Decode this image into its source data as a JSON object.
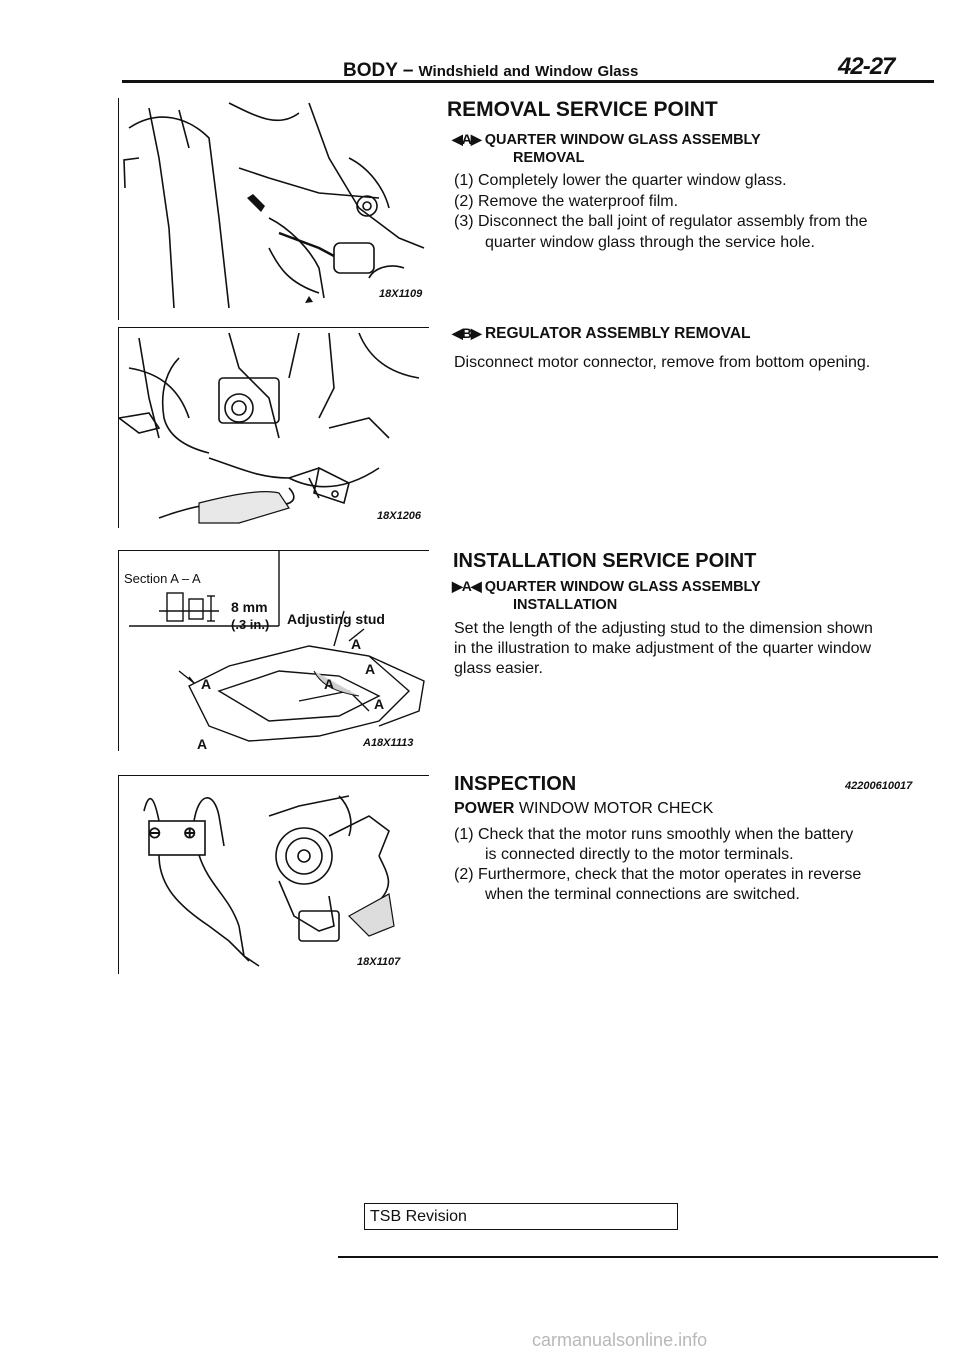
{
  "header": {
    "section": "BODY",
    "dash": "–",
    "w1": "Windshield",
    "and": "and",
    "w2": "Window",
    "glass": "Glass",
    "page": "42-27"
  },
  "removal": {
    "title": "REMOVAL SERVICE POINT",
    "a": {
      "marker": "◀A▶",
      "title_line1": "QUARTER WINDOW GLASS ASSEMBLY",
      "title_line2": "REMOVAL",
      "steps": [
        "(1) Completely lower the quarter window glass.",
        "(2) Remove the waterproof film.",
        "(3) Disconnect the ball joint of regulator assembly from the",
        "quarter window glass through the service hole."
      ]
    },
    "b": {
      "marker": "◀B▶",
      "title": "REGULATOR ASSEMBLY REMOVAL",
      "text": "Disconnect motor connector, remove from bottom opening."
    }
  },
  "installation": {
    "title": "INSTALLATION SERVICE POINT",
    "marker": "▶A◀",
    "sub_line1": "QUARTER WINDOW GLASS ASSEMBLY",
    "sub_line2": "INSTALLATION",
    "lines": [
      "Set the length of the adjusting stud to the dimension shown",
      "in the illustration to make adjustment of the quarter window",
      "glass  easier."
    ]
  },
  "inspection": {
    "title": "INSPECTION",
    "code": "42200610017",
    "sub_bold": "POWER",
    "sub_rest": "WINDOW MOTOR CHECK",
    "steps": [
      "(1) Check that the motor runs smoothly when the battery",
      "is connected directly to the motor terminals.",
      "(2) Furthermore, check that the motor operates in reverse",
      "when the terminal connections are switched."
    ]
  },
  "figures": {
    "fig1_code": "18X1109",
    "fig2_code": "18X1206",
    "fig3_section": "Section A – A",
    "fig3_dim1": "8 mm",
    "fig3_dim2": "(.3 in.)",
    "fig3_label": "Adjusting stud",
    "fig3_a": "A",
    "fig3_code": "A18X1113",
    "fig4_code": "18X1107",
    "fig4_minus": "⊖",
    "fig4_plus": "⊕"
  },
  "footer": {
    "tsb": "TSB Revision",
    "watermark": "carmanualsonline.info"
  }
}
